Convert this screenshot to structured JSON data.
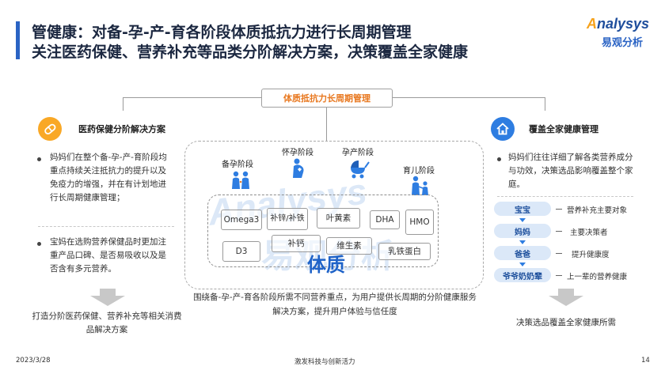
{
  "header": {
    "title_line1": "管健康：对备-孕-产-育各阶段体质抵抗力进行长周期管理",
    "title_line2": "关注医药保健、营养补充等品类分阶解决方案，决策覆盖全家健康",
    "logo_en": "nalysys",
    "logo_en_mark": "A",
    "logo_cn": "易观分析"
  },
  "center": {
    "title": "体质抵抗力长周期管理",
    "stages": [
      {
        "label": "备孕阶段",
        "icon": "couple-icon"
      },
      {
        "label": "怀孕阶段",
        "icon": "pregnant-icon"
      },
      {
        "label": "孕产阶段",
        "icon": "stroller-icon"
      },
      {
        "label": "育儿阶段",
        "icon": "parent-child-icon"
      }
    ],
    "nutrients_row1": [
      "Omega3",
      "补锌/补铁",
      "叶黄素",
      "DHA",
      "HMO"
    ],
    "nutrients_row2": [
      "D3",
      "补钙",
      "维生素",
      "乳铁蛋白"
    ],
    "big_label": "体质",
    "watermark_en": "Analysys",
    "watermark_cn": "易观分析",
    "description": "围绕备-孕-产-育各阶段所需不同营养重点，为用户提供长周期的分阶健康服务解决方案，提升用户体验与信任度"
  },
  "left": {
    "heading": "医药保健分阶解决方案",
    "icon": "capsule-icon",
    "bullets": [
      "妈妈们在整个备-孕-产-育阶段均重点持续关注抵抗力的提升以及免疫力的增强，并在有计划地进行长周期健康管理；",
      "宝妈在选购营养保健品时更加注重产品口碑、是否易吸收以及是否含有多元营养。"
    ],
    "summary": "打造分阶医药保健、营养补充等相关消费品解决方案"
  },
  "right": {
    "heading": "覆盖全家健康管理",
    "icon": "house-icon",
    "bullet": "妈妈们往往详细了解各类营养成分与功效，决策选品影响覆盖整个家庭。",
    "family": [
      {
        "role": "宝宝",
        "desc": "营养补充主要对象"
      },
      {
        "role": "妈妈",
        "desc": "主要决策者"
      },
      {
        "role": "爸爸",
        "desc": "提升健康度"
      },
      {
        "role": "爷爷奶奶辈",
        "desc": "上一辈的营养健康"
      }
    ],
    "summary": "决策选品覆盖全家健康所需"
  },
  "footer": {
    "date": "2023/3/28",
    "slogan": "激发科技与创新活力",
    "page": "14"
  },
  "colors": {
    "accent_blue": "#2a63c4",
    "accent_orange": "#e8771e",
    "pill_bg": "#dbe8f8"
  }
}
